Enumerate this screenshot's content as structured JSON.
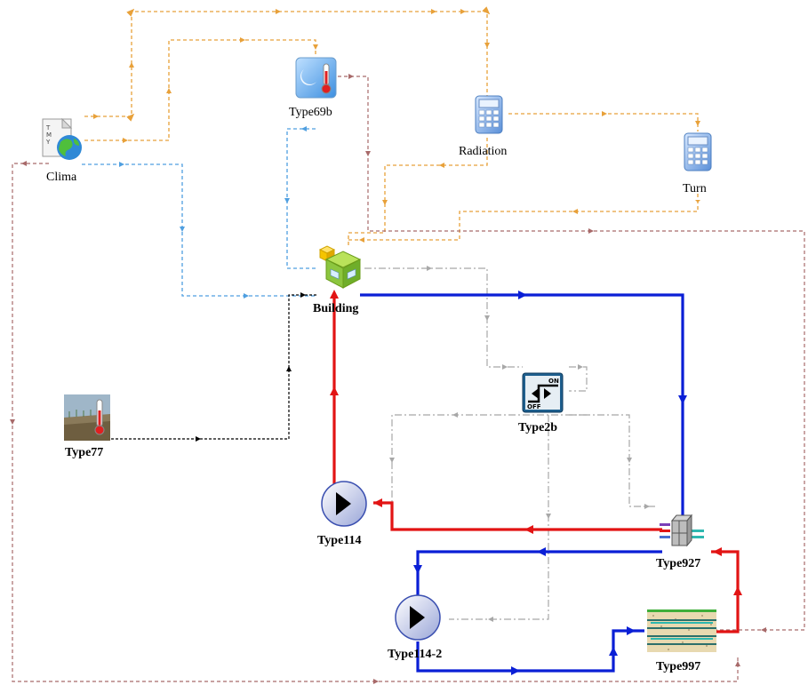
{
  "components": {
    "clima": {
      "label": "Clima",
      "icon": "weather-data-globe-icon"
    },
    "type69b": {
      "label": "Type69b",
      "icon": "sky-temperature-icon"
    },
    "radiation": {
      "label": "Radiation",
      "icon": "calculator-icon"
    },
    "turn": {
      "label": "Turn",
      "icon": "calculator-icon"
    },
    "building": {
      "label": "Building",
      "icon": "building-cube-icon"
    },
    "type77": {
      "label": "Type77",
      "icon": "ground-temperature-icon"
    },
    "type2b": {
      "label": "Type2b",
      "icon": "on-off-controller-icon",
      "on_text": "ON",
      "off_text": "OFF"
    },
    "type114": {
      "label": "Type114",
      "icon": "pump-icon"
    },
    "type927": {
      "label": "Type927",
      "icon": "heat-pump-icon"
    },
    "type114_2": {
      "label": "Type114-2",
      "icon": "pump-icon"
    },
    "type997": {
      "label": "Type997",
      "icon": "ground-heat-exchanger-icon"
    }
  },
  "colors": {
    "orange": "#e8a13a",
    "light_blue": "#4f9fe0",
    "dark_red": "#a86a6a",
    "gray": "#a8a8a8",
    "black": "#000000",
    "blue": "#0a1fd6",
    "red": "#e21414"
  }
}
